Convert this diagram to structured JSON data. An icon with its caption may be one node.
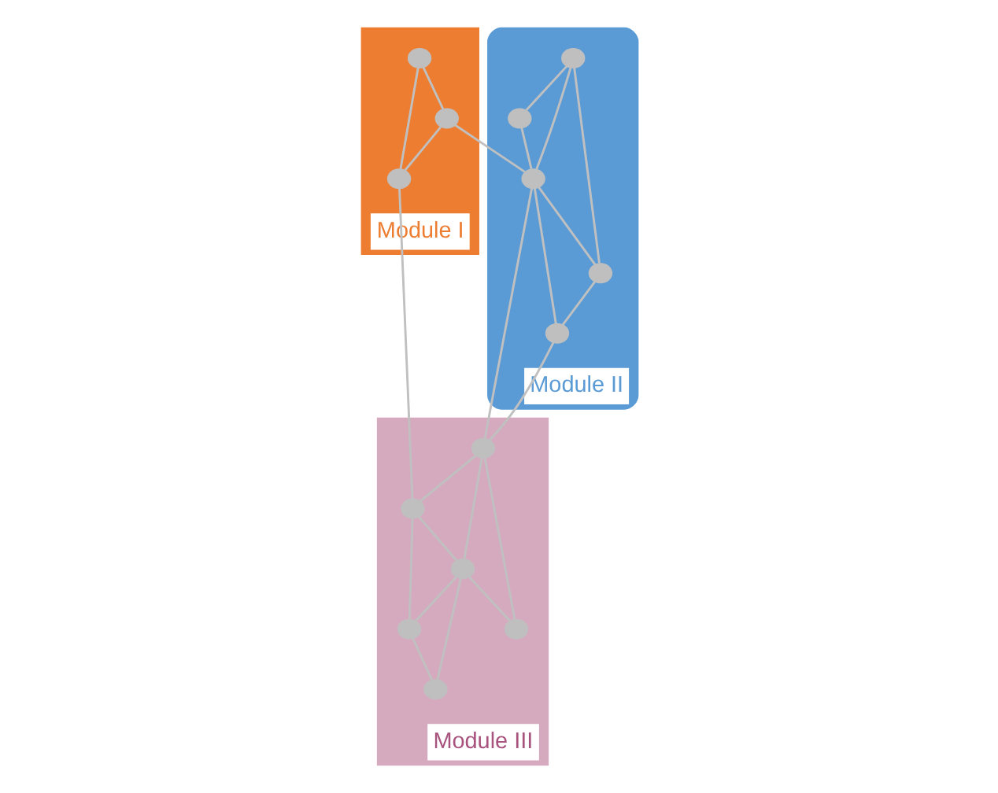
{
  "diagram": {
    "nodes": [
      {
        "text": [
          "Module I"
        ]
      },
      {
        "text": [],
        "shape": "circle",
        "in": 0
      },
      {
        "text": [],
        "shape": "circle",
        "in": 0
      },
      {
        "text": [],
        "shape": "circle",
        "in": 0
      },
      {
        "text": [
          "Module II"
        ]
      },
      {
        "text": [],
        "shape": "circle",
        "in": 4
      },
      {
        "text": [],
        "shape": "circle",
        "in": 4
      },
      {
        "text": [],
        "shape": "circle",
        "in": 4
      },
      {
        "text": [],
        "shape": "circle",
        "in": 4
      },
      {
        "text": [],
        "shape": "circle",
        "in": 4
      },
      {
        "text": [
          "Module III"
        ]
      },
      {
        "text": [],
        "shape": "circle",
        "in": 10
      },
      {
        "text": [],
        "shape": "circle",
        "in": 10
      },
      {
        "text": [],
        "shape": "circle",
        "in": 10
      },
      {
        "text": [],
        "shape": "circle",
        "in": 10
      },
      {
        "text": [],
        "shape": "circle",
        "in": 10
      },
      {
        "text": [],
        "shape": "circle",
        "in": 10
      }
    ],
    "edges": [
      {
        "from": 1,
        "to": 2,
        "arrow": "none"
      },
      {
        "from": 1,
        "to": 3,
        "arrow": "none"
      },
      {
        "from": 2,
        "to": 3,
        "arrow": "none"
      },
      {
        "from": 2,
        "to": 7,
        "arrow": "none"
      },
      {
        "from": 3,
        "to": 12,
        "arrow": "none"
      },
      {
        "from": 5,
        "to": 6,
        "arrow": "none"
      },
      {
        "from": 5,
        "to": 7,
        "arrow": "none"
      },
      {
        "from": 5,
        "to": 8,
        "arrow": "none"
      },
      {
        "from": 6,
        "to": 7,
        "arrow": "none"
      },
      {
        "from": 7,
        "to": 8,
        "arrow": "none"
      },
      {
        "from": 7,
        "to": 9,
        "arrow": "none"
      },
      {
        "from": 8,
        "to": 9,
        "arrow": "none"
      },
      {
        "from": 7,
        "to": 11,
        "arrow": "none"
      },
      {
        "from": 9,
        "to": 11,
        "arrow": "none"
      },
      {
        "from": 11,
        "to": 12,
        "arrow": "none"
      },
      {
        "from": 11,
        "to": 13,
        "arrow": "none"
      },
      {
        "from": 11,
        "to": 14,
        "arrow": "none"
      },
      {
        "from": 12,
        "to": 13,
        "arrow": "none"
      },
      {
        "from": 12,
        "to": 15,
        "arrow": "none"
      },
      {
        "from": 13,
        "to": 14,
        "arrow": "none"
      },
      {
        "from": 13,
        "to": 15,
        "arrow": "none"
      },
      {
        "from": 13,
        "to": 16,
        "arrow": "none"
      },
      {
        "from": 15,
        "to": 16,
        "arrow": "none"
      }
    ]
  }
}
